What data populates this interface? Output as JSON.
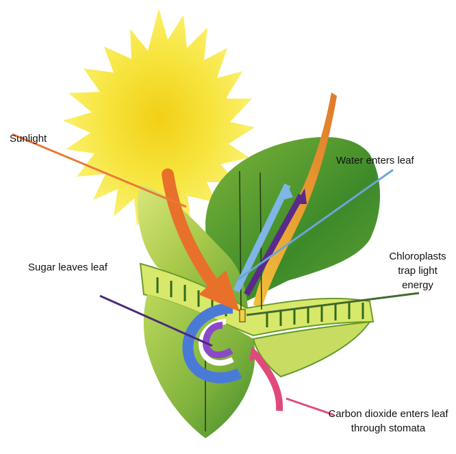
{
  "labels": {
    "sunlight": "Sunlight",
    "water": "Water enters leaf",
    "chloroplasts": "Chloroplasts trap light energy",
    "sugar": "Sugar leaves leaf",
    "co2": "Carbon dioxide enters leaf through stomata"
  },
  "colors": {
    "sun": "#f7e94a",
    "sun_core": "#f3d21a",
    "sunlight_line": "#e9793a",
    "water_line": "#6aa6d8",
    "chloroplast_line": "#3f6a2e",
    "sugar_line": "#4a2a7a",
    "co2_line": "#e04a7a",
    "leaf_light": "#a8c84a",
    "leaf_dark": "#3f8a2a"
  }
}
